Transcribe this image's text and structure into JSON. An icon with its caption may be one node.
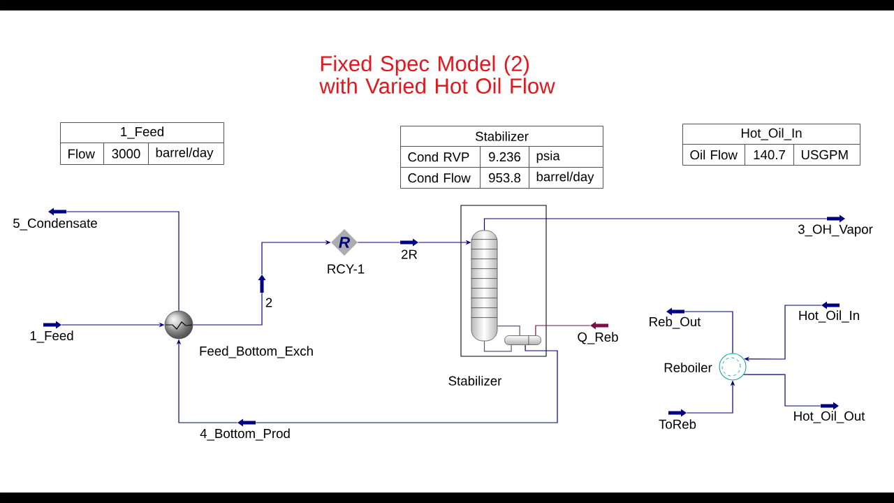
{
  "diagram": {
    "title": "Fixed Spec Model (2) with Varied Hot Oil Flow",
    "nodes": [
      {
        "text": [
          "1_Feed",
          "Flow",
          "3000",
          "barrel/day"
        ]
      },
      {
        "text": [
          "Stabilizer",
          "Cond RVP",
          "9.236",
          "psia",
          "Cond Flow",
          "953.8",
          "barrel/day"
        ]
      },
      {
        "text": [
          "Hot_Oil_In",
          "Oil Flow",
          "140.7",
          "USGPM"
        ]
      },
      {
        "text": [
          "5_Condensate"
        ]
      },
      {
        "text": [
          "Stabilizer"
        ]
      },
      {
        "text": [],
        "shape": "cylinder",
        "in": 4
      },
      {
        "text": [],
        "shape": "cylinder",
        "in": 4
      },
      {
        "text": [
          "3_OH_Vapor"
        ]
      },
      {
        "text": [
          "R",
          "RCY-1"
        ]
      },
      {
        "text": [
          "2R"
        ]
      },
      {
        "text": [
          "2"
        ]
      },
      {
        "text": [
          "Reb_Out"
        ]
      },
      {
        "text": [
          "Hot_Oil_In"
        ]
      },
      {
        "text": [
          "1_Feed"
        ]
      },
      {
        "text": [
          "Feed_Bottom_Exch"
        ]
      },
      {
        "text": [
          "Q_Reb"
        ]
      },
      {
        "text": [
          "Reboiler"
        ]
      },
      {
        "text": [
          "ToReb"
        ]
      },
      {
        "text": [
          "Hot_Oil_Out"
        ]
      },
      {
        "text": [
          "4_Bottom_Prod"
        ]
      }
    ],
    "edges": [
      {
        "from": 13,
        "to": 14,
        "arrow": "to"
      },
      {
        "from": 14,
        "to": 3,
        "arrow": "none"
      },
      {
        "from": 14,
        "to": 10,
        "arrow": "none"
      },
      {
        "from": 10,
        "to": 8,
        "arrow": "to"
      },
      {
        "from": 8,
        "to": 9,
        "arrow": "none"
      },
      {
        "from": 9,
        "to": 5,
        "arrow": "to"
      },
      {
        "from": 5,
        "to": 7,
        "arrow": "none"
      },
      {
        "from": 5,
        "to": 6,
        "arrow": "none",
        "color": "#55557f"
      },
      {
        "from": 6,
        "to": 5,
        "arrow": "none",
        "color": "#55557f"
      },
      {
        "from": 15,
        "to": 6,
        "arrow": "none",
        "color": "#7b1048"
      },
      {
        "from": 6,
        "to": 19,
        "arrow": "none"
      },
      {
        "from": 19,
        "to": 14,
        "arrow": "to"
      },
      {
        "from": 12,
        "to": 16,
        "arrow": "to"
      },
      {
        "from": 16,
        "to": 18,
        "arrow": "none"
      },
      {
        "from": 17,
        "to": 16,
        "arrow": "to"
      },
      {
        "from": 16,
        "to": 11,
        "arrow": "none"
      }
    ]
  }
}
